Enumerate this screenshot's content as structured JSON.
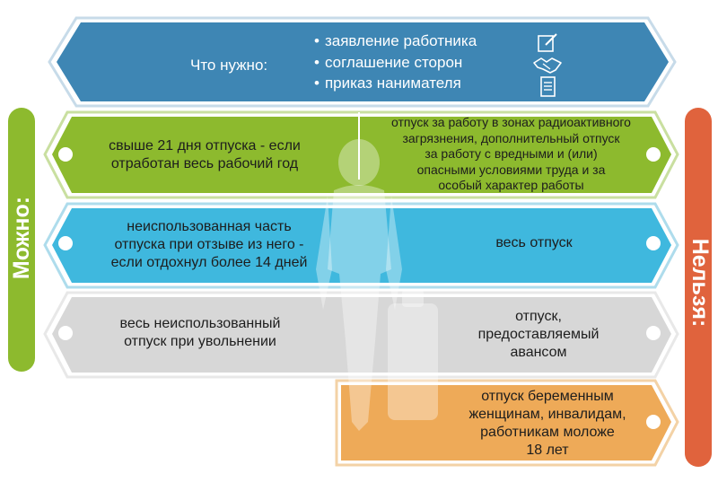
{
  "header": {
    "label": "Что нужно:",
    "items": [
      {
        "text": "заявление работника",
        "icon": "pen-document-icon"
      },
      {
        "text": "соглашение сторон",
        "icon": "handshake-icon"
      },
      {
        "text": "приказ нанимателя",
        "icon": "document-list-icon"
      }
    ]
  },
  "left_side": {
    "label": "Можно:",
    "color": "#8dba2e"
  },
  "right_side": {
    "label": "Нельзя:",
    "color": "#e0633d"
  },
  "rows": [
    {
      "color": "#8dba2e",
      "can": "свыше 21 дня отпуска - если\nотработан весь рабочий год",
      "cannot": "отпуск за работу в зонах радиоактивного\nзагрязнения, дополнительный отпуск\nза работу с вредными и (или)\nопасными условиями труда и за\nособый характер работы"
    },
    {
      "color": "#3fb8de",
      "can": "неиспользованная часть\nотпуска при отзыве из него -\nесли отдохнул более 14 дней",
      "cannot": "весь отпуск"
    },
    {
      "color": "#d7d7d7",
      "can": "весь неиспользованный\nотпуск при увольнении",
      "cannot": "отпуск,\nпредоставляемый\nавансом"
    },
    {
      "color": "#eeaa58",
      "cannot": "отпуск беременным\nженщинам, инвалидам,\nработникам моложе\n18 лет"
    }
  ],
  "colors": {
    "header": "#3e86b4",
    "green": "#8dba2e",
    "blue": "#3fb8de",
    "gray": "#d7d7d7",
    "orange": "#eeaa58"
  }
}
